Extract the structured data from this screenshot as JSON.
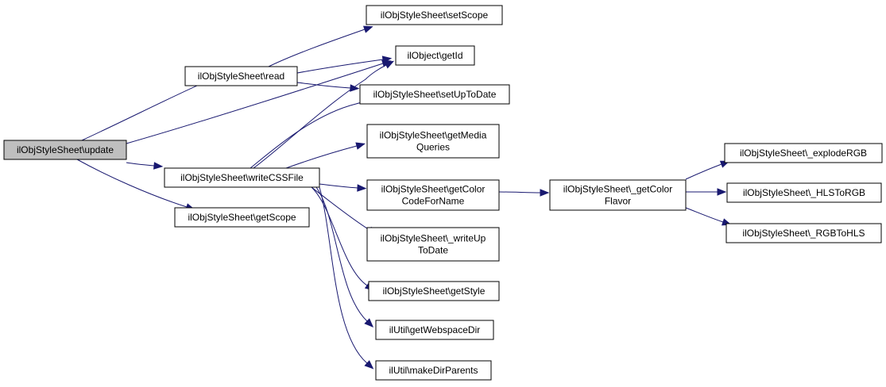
{
  "colors": {
    "edge": "#191970",
    "root_fill": "#bfbfbf",
    "node_fill": "#ffffff",
    "node_border": "#000000"
  },
  "nodes": {
    "update": [
      "ilObjStyleSheet\\update"
    ],
    "read": [
      "ilObjStyleSheet\\read"
    ],
    "writeCSSFile": [
      "ilObjStyleSheet\\writeCSSFile"
    ],
    "getScope": [
      "ilObjStyleSheet\\getScope"
    ],
    "setScope": [
      "ilObjStyleSheet\\setScope"
    ],
    "getId": [
      "ilObject\\getId"
    ],
    "setUpToDate": [
      "ilObjStyleSheet\\setUpToDate"
    ],
    "getMediaQueries": [
      "ilObjStyleSheet\\getMedia",
      "Queries"
    ],
    "getColorCodeForName": [
      "ilObjStyleSheet\\getColor",
      "CodeForName"
    ],
    "writeUpToDate": [
      "ilObjStyleSheet\\_writeUp",
      "ToDate"
    ],
    "getStyle": [
      "ilObjStyleSheet\\getStyle"
    ],
    "getWebspaceDir": [
      "ilUtil\\getWebspaceDir"
    ],
    "makeDirParents": [
      "ilUtil\\makeDirParents"
    ],
    "getColorFlavor": [
      "ilObjStyleSheet\\_getColor",
      "Flavor"
    ],
    "explodeRGB": [
      "ilObjStyleSheet\\_explodeRGB"
    ],
    "HLSToRGB": [
      "ilObjStyleSheet\\_HLSToRGB"
    ],
    "RGBToHLS": [
      "ilObjStyleSheet\\_RGBToHLS"
    ]
  },
  "edges": [
    [
      "update",
      "read"
    ],
    [
      "update",
      "getId"
    ],
    [
      "update",
      "writeCSSFile"
    ],
    [
      "update",
      "getScope"
    ],
    [
      "read",
      "setScope"
    ],
    [
      "read",
      "getId"
    ],
    [
      "read",
      "setUpToDate"
    ],
    [
      "writeCSSFile",
      "getId"
    ],
    [
      "writeCSSFile",
      "setUpToDate"
    ],
    [
      "writeCSSFile",
      "getMediaQueries"
    ],
    [
      "writeCSSFile",
      "getColorCodeForName"
    ],
    [
      "writeCSSFile",
      "writeUpToDate"
    ],
    [
      "writeCSSFile",
      "getStyle"
    ],
    [
      "writeCSSFile",
      "getWebspaceDir"
    ],
    [
      "writeCSSFile",
      "makeDirParents"
    ],
    [
      "getColorCodeForName",
      "getColorFlavor"
    ],
    [
      "getColorFlavor",
      "explodeRGB"
    ],
    [
      "getColorFlavor",
      "HLSToRGB"
    ],
    [
      "getColorFlavor",
      "RGBToHLS"
    ]
  ]
}
